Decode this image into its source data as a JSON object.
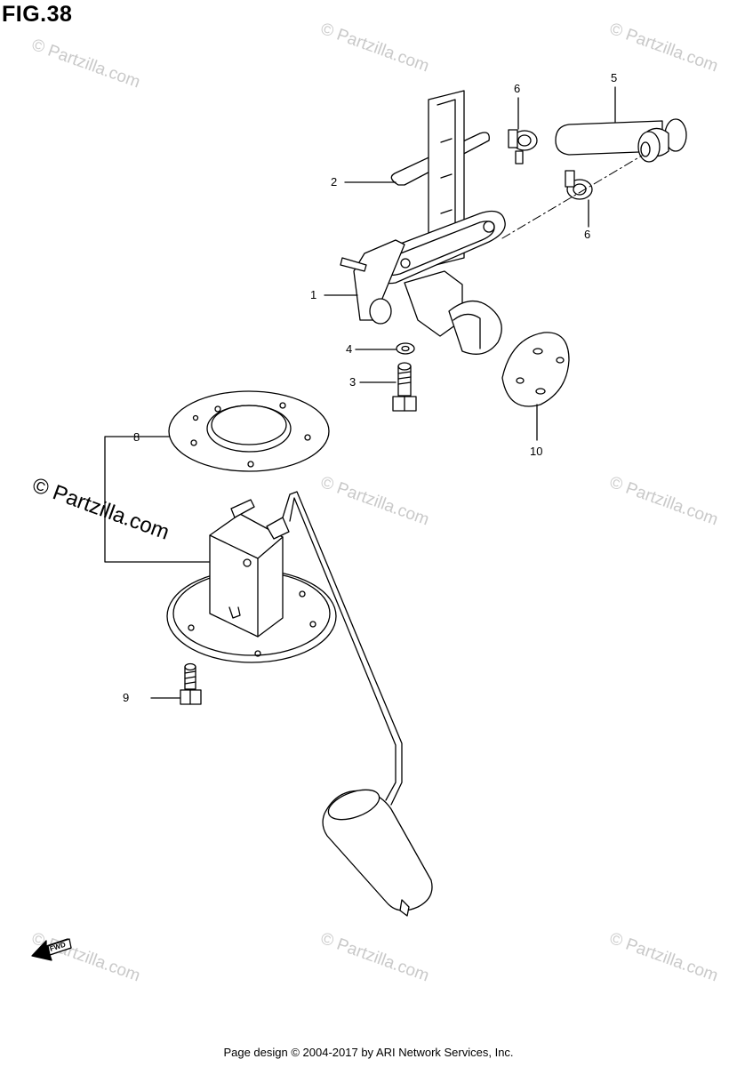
{
  "figure": {
    "title": "FIG.38"
  },
  "callouts": {
    "c1": "1",
    "c2": "2",
    "c3": "3",
    "c4": "4",
    "c5": "5",
    "c6a": "6",
    "c6b": "6",
    "c8": "8",
    "c9": "9",
    "c10": "10"
  },
  "watermark": {
    "main": "© Partzilla.com",
    "faint": "© Partzilla.com"
  },
  "fwd": {
    "label": "FWD"
  },
  "footer": {
    "text": "Page design © 2004-2017 by ARI Network Services, Inc."
  },
  "colors": {
    "line": "#000000",
    "watermark": "#c9c9c9"
  }
}
